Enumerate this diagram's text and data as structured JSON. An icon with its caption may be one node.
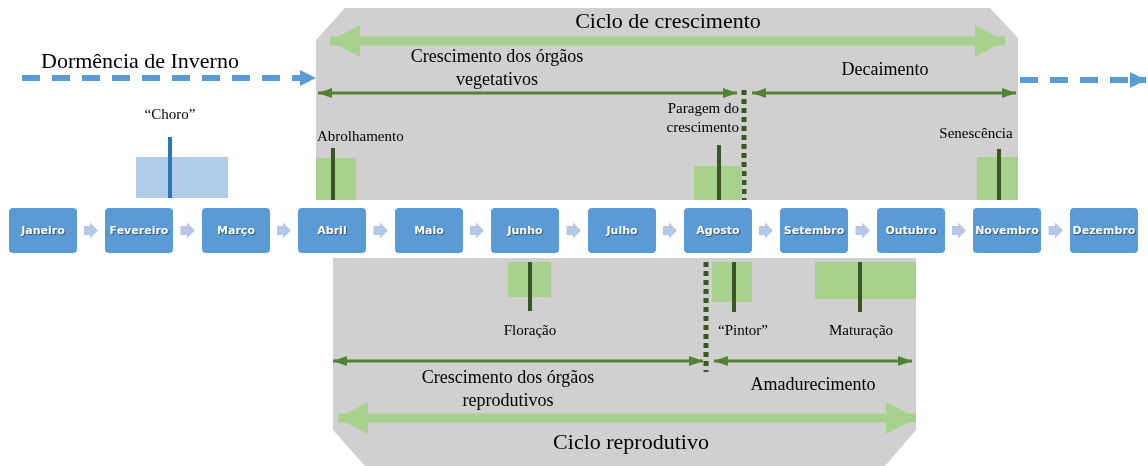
{
  "diagram": {
    "nodes": [
      {
        "text": [
          "Janeiro"
        ]
      },
      {
        "text": [
          "Fevereiro"
        ]
      },
      {
        "text": [
          "Março"
        ]
      },
      {
        "text": [
          "Abril"
        ]
      },
      {
        "text": [
          "Maio"
        ]
      },
      {
        "text": [
          "Junho"
        ]
      },
      {
        "text": [
          "Julho"
        ]
      },
      {
        "text": [
          "Agosto"
        ]
      },
      {
        "text": [
          "Setembro"
        ]
      },
      {
        "text": [
          "Outubro"
        ]
      },
      {
        "text": [
          "Novembro"
        ]
      },
      {
        "text": [
          "Dezembro"
        ]
      },
      {
        "text": [],
        "shape": "box"
      },
      {
        "text": [],
        "shape": "box"
      }
    ],
    "edges": [
      {
        "from": 0,
        "to": 1,
        "arrow": "to"
      },
      {
        "from": 1,
        "to": 2,
        "arrow": "to"
      },
      {
        "from": 2,
        "to": 3,
        "arrow": "to"
      },
      {
        "from": 3,
        "to": 4,
        "arrow": "to"
      },
      {
        "from": 4,
        "to": 5,
        "arrow": "to"
      },
      {
        "from": 5,
        "to": 6,
        "arrow": "to"
      },
      {
        "from": 6,
        "to": 7,
        "arrow": "to"
      },
      {
        "from": 7,
        "to": 8,
        "arrow": "to"
      },
      {
        "from": 8,
        "to": 9,
        "arrow": "to"
      },
      {
        "from": 9,
        "to": 10,
        "arrow": "to"
      },
      {
        "from": 10,
        "to": 11,
        "arrow": "to"
      },
      {
        "from": null,
        "to": 12,
        "arrow": "to",
        "style": "dashed",
        "color": "#5b9bd5"
      },
      {
        "from": 12,
        "to": null,
        "arrow": "to",
        "style": "dashed",
        "color": "#5b9bd5"
      }
    ],
    "labels": [
      "Ciclo de crescimento",
      "Dormência de Inverno",
      "Crescimento dos órgãos vegetativos",
      "Decaimento",
      "“Choro”",
      "Paragem do crescimento",
      "Abrolhamento",
      "Senescência",
      "Floração",
      "“Pintor”",
      "Maturação",
      "Crescimento dos órgãos reprodutivos",
      "Amadurecimento",
      "Ciclo reprodutivo"
    ]
  }
}
